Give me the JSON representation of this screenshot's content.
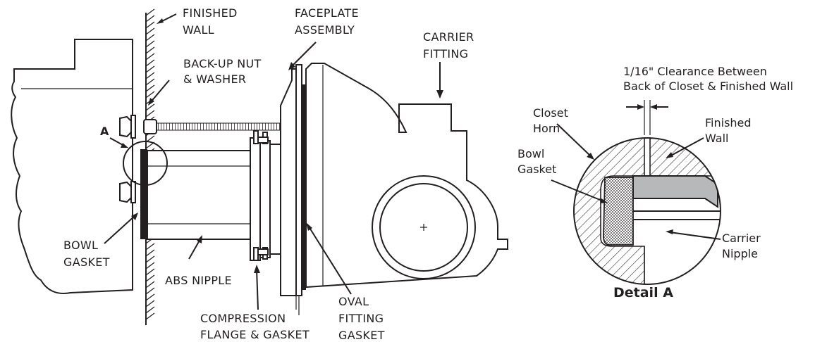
{
  "labels": {
    "finished_wall": [
      "FINISHED",
      "WALL"
    ],
    "faceplate_assembly": [
      "FACEPLATE",
      "ASSEMBLY"
    ],
    "carrier_fitting": [
      "CARRIER",
      "FITTING"
    ],
    "backup_nut": [
      "BACK-UP NUT",
      "& WASHER"
    ],
    "point_a": "A",
    "bowl_gasket": [
      "BOWL",
      "GASKET"
    ],
    "abs_nipple": "ABS NIPPLE",
    "compression_flange": [
      "COMPRESSION",
      "FLANGE & GASKET"
    ],
    "oval_fitting_gasket": [
      "OVAL",
      "FITTING",
      "GASKET"
    ]
  },
  "detail": {
    "clearance": [
      "1/16\" Clearance Between",
      "Back of Closet & Finished Wall"
    ],
    "closet_horn": [
      "Closet",
      "Horn"
    ],
    "finished_wall": [
      "Finished",
      "Wall"
    ],
    "bowl_gasket": [
      "Bowl",
      "Gasket"
    ],
    "carrier_nipple": [
      "Carrier",
      "Nipple"
    ],
    "title": "Detail A"
  },
  "colors": {
    "ink": "#231f20",
    "gasket_fill": "#b7b8ba",
    "background": "#ffffff"
  }
}
